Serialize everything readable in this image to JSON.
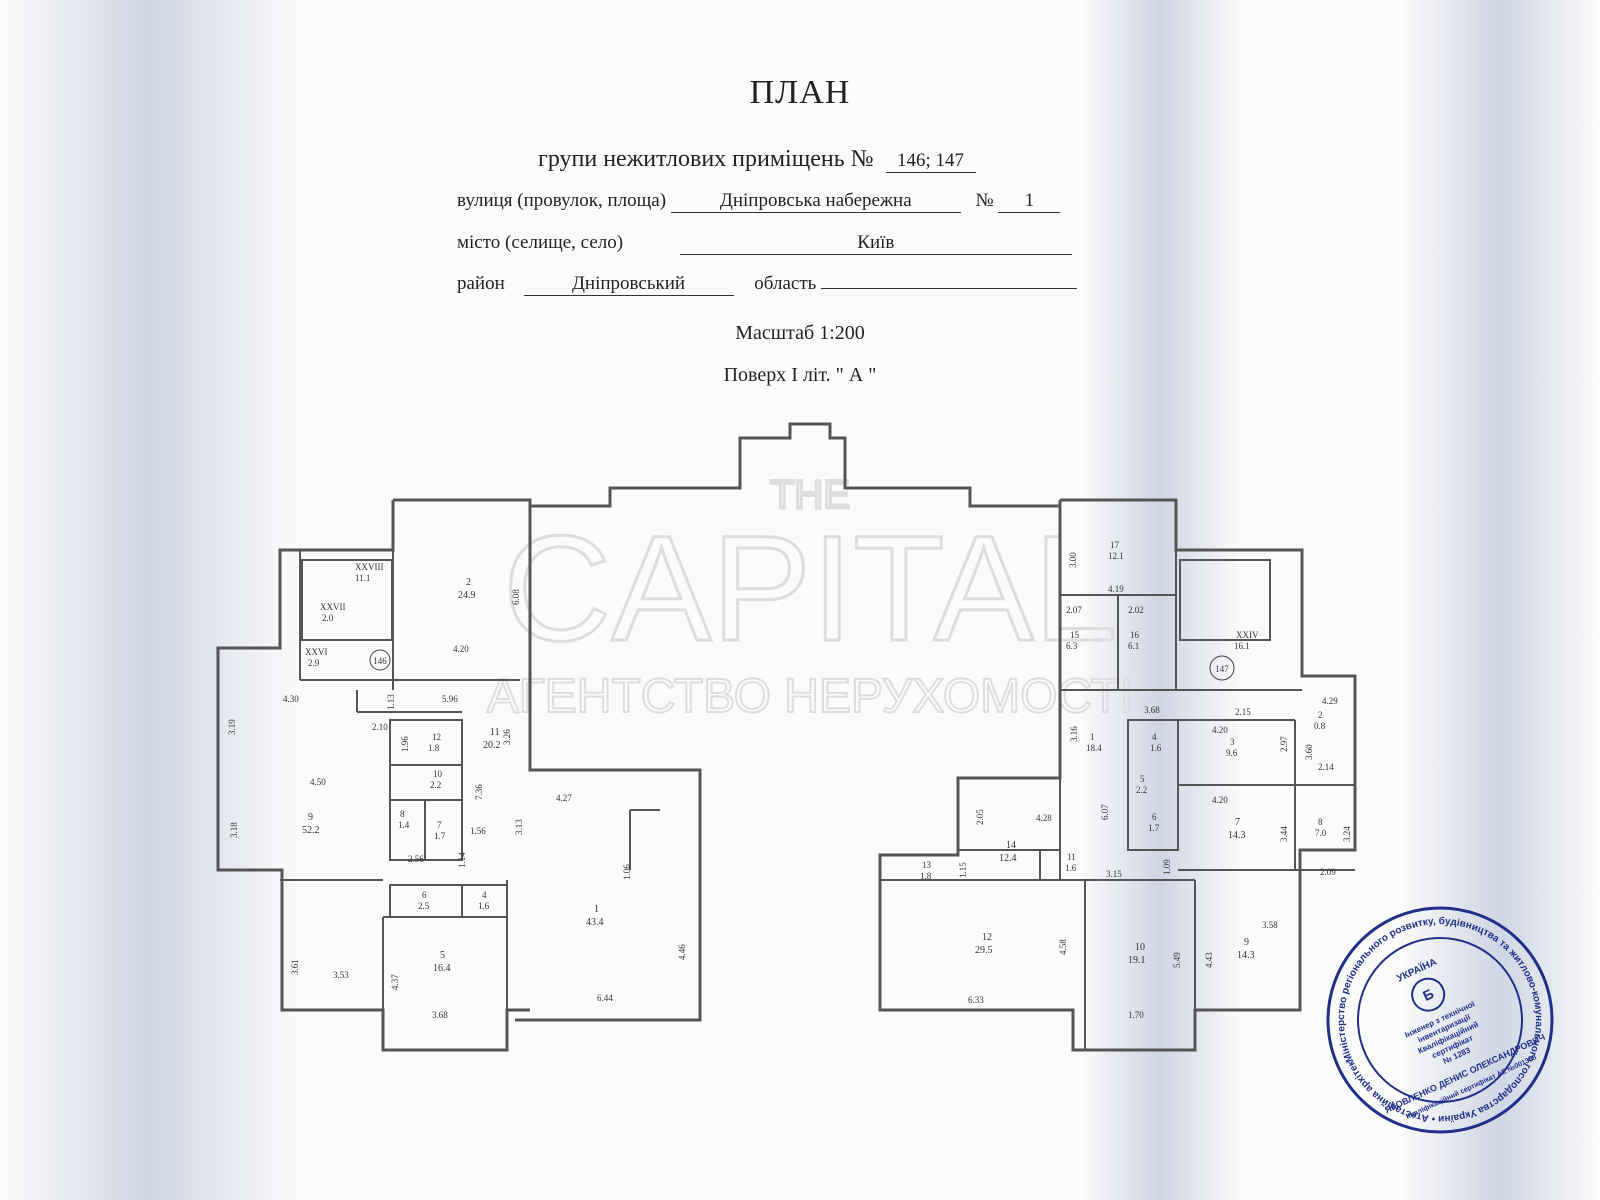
{
  "header": {
    "title": "ПЛАН",
    "subtitle": "групи нежитлових приміщень №",
    "premises_numbers": "146; 147",
    "street_label": "вулиця (провулок, площа)",
    "street_value": "Дніпровська набережна",
    "house_label": "№",
    "house_value": "1",
    "city_label": "місто (селище, село)",
    "city_value": "Київ",
    "district_label": "район",
    "district_value": "Дніпровський",
    "region_label": "область",
    "region_value": "",
    "scale": "Масштаб 1:200",
    "floor": "Поверх  I  літ. \" А \""
  },
  "watermark": {
    "line1": "THE",
    "line2": "CAPITAL",
    "line3": "АГЕНТСТВО НЕРУХОМОСТІ"
  },
  "plan": {
    "colors": {
      "wall": "#555555",
      "line": "#444444"
    },
    "left_group": "146",
    "right_group": "147",
    "rooms_left": [
      {
        "id": "XXVIII",
        "area": "11.1"
      },
      {
        "id": "XXVII",
        "area": "2.0"
      },
      {
        "id": "XXVI",
        "area": "2.9"
      },
      {
        "id": "2",
        "area": "24.9"
      },
      {
        "id": "9",
        "area": "52.2"
      },
      {
        "id": "11",
        "area": "20.2"
      },
      {
        "id": "12",
        "area": "1.8"
      },
      {
        "id": "10",
        "area": "2.2"
      },
      {
        "id": "8",
        "area": "1.4"
      },
      {
        "id": "7",
        "area": "1.7"
      },
      {
        "id": "6",
        "area": "2.5"
      },
      {
        "id": "4",
        "area": "1.6"
      },
      {
        "id": "5",
        "area": "16.4"
      },
      {
        "id": "1",
        "area": "43.4"
      }
    ],
    "rooms_right": [
      {
        "id": "17",
        "area": "12.1"
      },
      {
        "id": "15",
        "area": "6.3"
      },
      {
        "id": "16",
        "area": "6.1"
      },
      {
        "id": "XXIV",
        "area": "16.1"
      },
      {
        "id": "1",
        "area": "18.4"
      },
      {
        "id": "4",
        "area": "1.6"
      },
      {
        "id": "3",
        "area": "9.6"
      },
      {
        "id": "2",
        "area": "0.8"
      },
      {
        "id": "5",
        "area": "2.2"
      },
      {
        "id": "6",
        "area": "1.7"
      },
      {
        "id": "7",
        "area": "14.3"
      },
      {
        "id": "8",
        "area": "7.0"
      },
      {
        "id": "14",
        "area": "12.4"
      },
      {
        "id": "13",
        "area": "1.8"
      },
      {
        "id": "11",
        "area": "1.6"
      },
      {
        "id": "12",
        "area": "29.5"
      },
      {
        "id": "10",
        "area": "19.1"
      },
      {
        "id": "9",
        "area": "14.3"
      }
    ],
    "dimensions": [
      "4.30",
      "3.19",
      "3.18",
      "4.50",
      "2.10",
      "1.96",
      "1.13",
      "5.96",
      "4.20",
      "6.08",
      "3.26",
      "7.36",
      "1.56",
      "2.56",
      "1.14",
      "3.61",
      "3.53",
      "4.37",
      "3.68",
      "4.27",
      "3.13",
      "1.06",
      "4.46",
      "6.44",
      "3.00",
      "4.19",
      "2.07",
      "2.02",
      "3.68",
      "4.29",
      "2.15",
      "4.20",
      "2.97",
      "3.60",
      "2.14",
      "3.16",
      "6.07",
      "4.20",
      "3.44",
      "3.24",
      "2.09",
      "2.05",
      "4.28",
      "1.15",
      "3.15",
      "1.09",
      "4.58",
      "6.33",
      "5.49",
      "1.70",
      "3.58",
      "4.43"
    ]
  },
  "stamp": {
    "ring_text": "Міністерство регіонального розвитку, будівництва та житлово-комунального господарства України • Атестаційна архітектурно-будівельна комісія •",
    "center_top": "УКРАЇНА",
    "center_lines": [
      "Інженер з технічної",
      "інвентаризації",
      "Кваліфікаційний",
      "сертифікат",
      "№ 1283"
    ],
    "name": "ЯКОВЛЕНКО ДЕНИС ОЛЕКСАНДРОВИЧ",
    "cert": "Кваліфікаційний сертифікат АЕ №001365"
  }
}
